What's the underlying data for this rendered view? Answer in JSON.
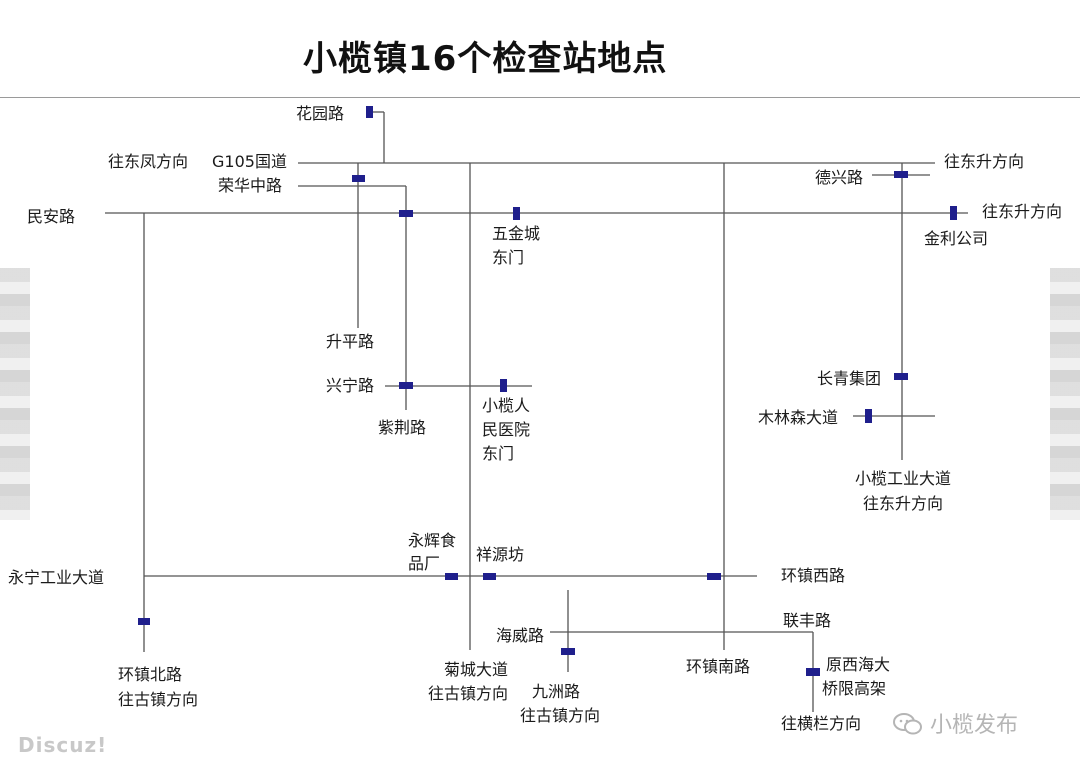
{
  "title": "小榄镇16个检查站地点",
  "labels": {
    "huayuan": "花园路",
    "dongfeng": "往东凤方向",
    "g105": "G105国道",
    "ronghua": "荣华中路",
    "minan": "民安路",
    "wujin_1": "五金城",
    "wujin_2": "东门",
    "shengping": "升平路",
    "xingning": "兴宁路",
    "zijing": "紫荆路",
    "hospital_1": "小榄人",
    "hospital_2": "民医院",
    "hospital_3": "东门",
    "dongsheng_top": "往东升方向",
    "dexing": "德兴路",
    "dongsheng_mid": "往东升方向",
    "jinli": "金利公司",
    "changqing": "长青集团",
    "mulinsen": "木林森大道",
    "industrial_1": "小榄工业大道",
    "industrial_2": "往东升方向",
    "yonghui_1": "永辉食",
    "yonghui_2": "品厂",
    "xiangyuan": "祥源坊",
    "yongning": "永宁工业大道",
    "huanzhen_west": "环镇西路",
    "huanzhen_north_1": "环镇北路",
    "huanzhen_north_2": "往古镇方向",
    "haiwei": "海威路",
    "jucheng_1": "菊城大道",
    "jucheng_2": "往古镇方向",
    "jiuzhou_1": "九洲路",
    "jiuzhou_2": "往古镇方向",
    "huanzhen_south": "环镇南路",
    "lianfeng": "联丰路",
    "yuanxi_1": "原西海大",
    "yuanxi_2": "桥限高架",
    "henglan": "往横栏方向"
  },
  "watermarks": {
    "wechat": "小榄发布",
    "discuz": "Discuz!"
  },
  "colors": {
    "road": "#555555",
    "marker": "#1f1f8c"
  },
  "icons": {
    "checkpoint": "checkpoint-marker-icon",
    "wechat": "wechat-icon"
  }
}
